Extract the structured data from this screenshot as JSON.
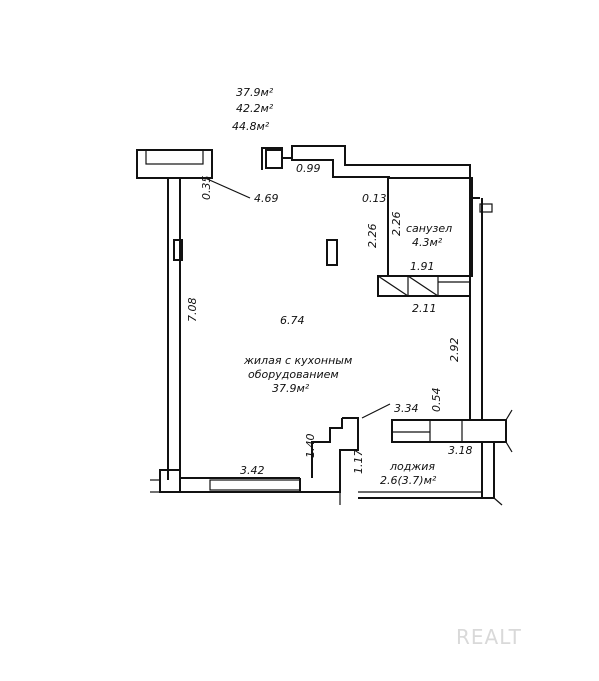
{
  "areas": {
    "living": "37.9м²",
    "total_living": "42.2м²",
    "total": "44.8м²"
  },
  "dimensions": {
    "d_0_99": "0.99",
    "d_0_35": "0.35",
    "d_4_69": "4.69",
    "d_0_13": "0.13",
    "d_2_26_a": "2.26",
    "d_2_26_b": "2.26",
    "d_1_91": "1.91",
    "d_2_11": "2.11",
    "d_7_08": "7.08",
    "d_6_74": "6.74",
    "d_2_92": "2.92",
    "d_3_34": "3.34",
    "d_0_54": "0.54",
    "d_3_18": "3.18",
    "d_1_40": "1.40",
    "d_1_17": "1.17",
    "d_3_42": "3.42"
  },
  "rooms": {
    "bathroom": {
      "name": "санузел",
      "area": "4.3м²"
    },
    "living": {
      "line1": "жилая с кухонным",
      "line2": "оборудованием",
      "area": "37.9м²"
    },
    "loggia": {
      "name": "лоджия",
      "area": "2.6(3.7)м²"
    }
  },
  "watermark": "REALT"
}
